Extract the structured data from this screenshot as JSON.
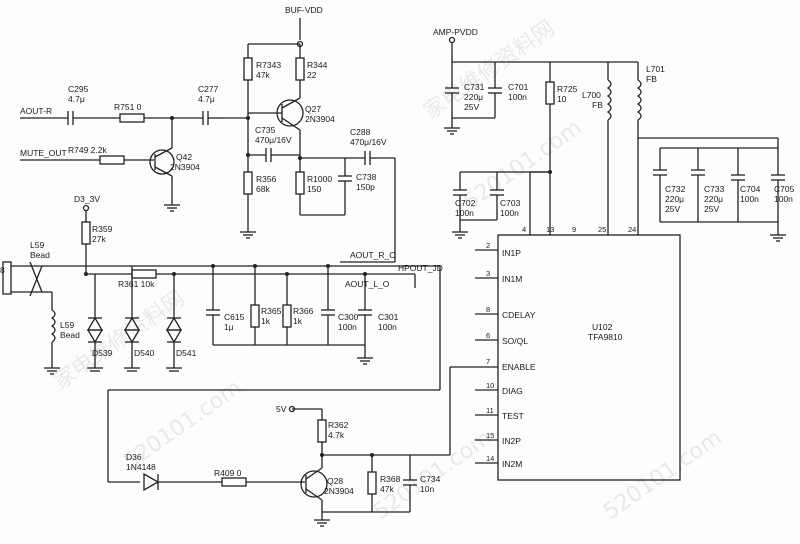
{
  "watermark": {
    "site": "520101.com",
    "cn": "家电维修资料网"
  },
  "rails": {
    "buf_vdd": "BUF-VDD",
    "amp_pvdd": "AMP-PVDD",
    "d3v3": "D3_3V",
    "v5": "5V"
  },
  "nets": {
    "aout_r": "AOUT-R",
    "mute_out": "MUTE_OUT",
    "aout_r_o": "AOUT_R_O",
    "hpout_jd": "HPOUT_JD",
    "aout_l_o": "AOUT_L_O"
  },
  "parts": {
    "c295": [
      "C295",
      "4.7μ"
    ],
    "r751": "R751 0",
    "c277": [
      "C277",
      "4.7μ"
    ],
    "r7343": [
      "R7343",
      "47k"
    ],
    "r344": [
      "R344",
      "22"
    ],
    "q27": [
      "Q27",
      "2N3904"
    ],
    "c735": [
      "C735",
      "470μ/16V"
    ],
    "c288": [
      "C288",
      "470μ/16V"
    ],
    "r356": [
      "R356",
      "68k"
    ],
    "r1000": [
      "R1000",
      "150"
    ],
    "c738": [
      "C738",
      "150p"
    ],
    "r749": "R749 2.2k",
    "q42": [
      "Q42",
      "2N3904"
    ],
    "r359": [
      "R359",
      "27k"
    ],
    "l59a": [
      "L59",
      "Bead"
    ],
    "l59b": [
      "L59",
      "Bead"
    ],
    "j8": "8",
    "r361": "R361 10k",
    "d539": "D539",
    "d540": "D540",
    "d541": "D541",
    "c615": [
      "C615",
      "1μ"
    ],
    "r365": [
      "R365",
      "1k"
    ],
    "r366": [
      "R366",
      "1k"
    ],
    "c300": [
      "C300",
      "100n"
    ],
    "c301": [
      "C301",
      "100n"
    ],
    "c731": [
      "C731",
      "220μ",
      "25V"
    ],
    "c701": [
      "C701",
      "100n"
    ],
    "r725": [
      "R725",
      "10"
    ],
    "l700": [
      "L700",
      "FB"
    ],
    "l701": [
      "L701",
      "FB"
    ],
    "c702": [
      "C702",
      "100n"
    ],
    "c703": [
      "C703",
      "100n"
    ],
    "c732": [
      "C732",
      "220μ",
      "25V"
    ],
    "c733": [
      "C733",
      "220μ",
      "25V"
    ],
    "c704": [
      "C704",
      "100n"
    ],
    "c705": [
      "C705",
      "100n"
    ],
    "d36": [
      "D36",
      "1N4148"
    ],
    "r409": "R409 0",
    "r362": [
      "R362",
      "4.7k"
    ],
    "q28": [
      "Q28",
      "2N3904"
    ],
    "r368": [
      "R368",
      "47k"
    ],
    "c734": [
      "C734",
      "10n"
    ]
  },
  "ic": {
    "ref": "U102",
    "part": "TFA9810",
    "top_pins": [
      "4",
      "13",
      "9",
      "25",
      "24"
    ],
    "left_pins": [
      {
        "num": "2",
        "name": "IN1P"
      },
      {
        "num": "3",
        "name": "IN1M"
      },
      {
        "num": "8",
        "name": "CDELAY"
      },
      {
        "num": "6",
        "name": "SO/QL"
      },
      {
        "num": "7",
        "name": "ENABLE"
      },
      {
        "num": "10",
        "name": "DIAG"
      },
      {
        "num": "11",
        "name": "TEST"
      },
      {
        "num": "15",
        "name": "IN2P"
      },
      {
        "num": "14",
        "name": "IN2M"
      }
    ]
  }
}
